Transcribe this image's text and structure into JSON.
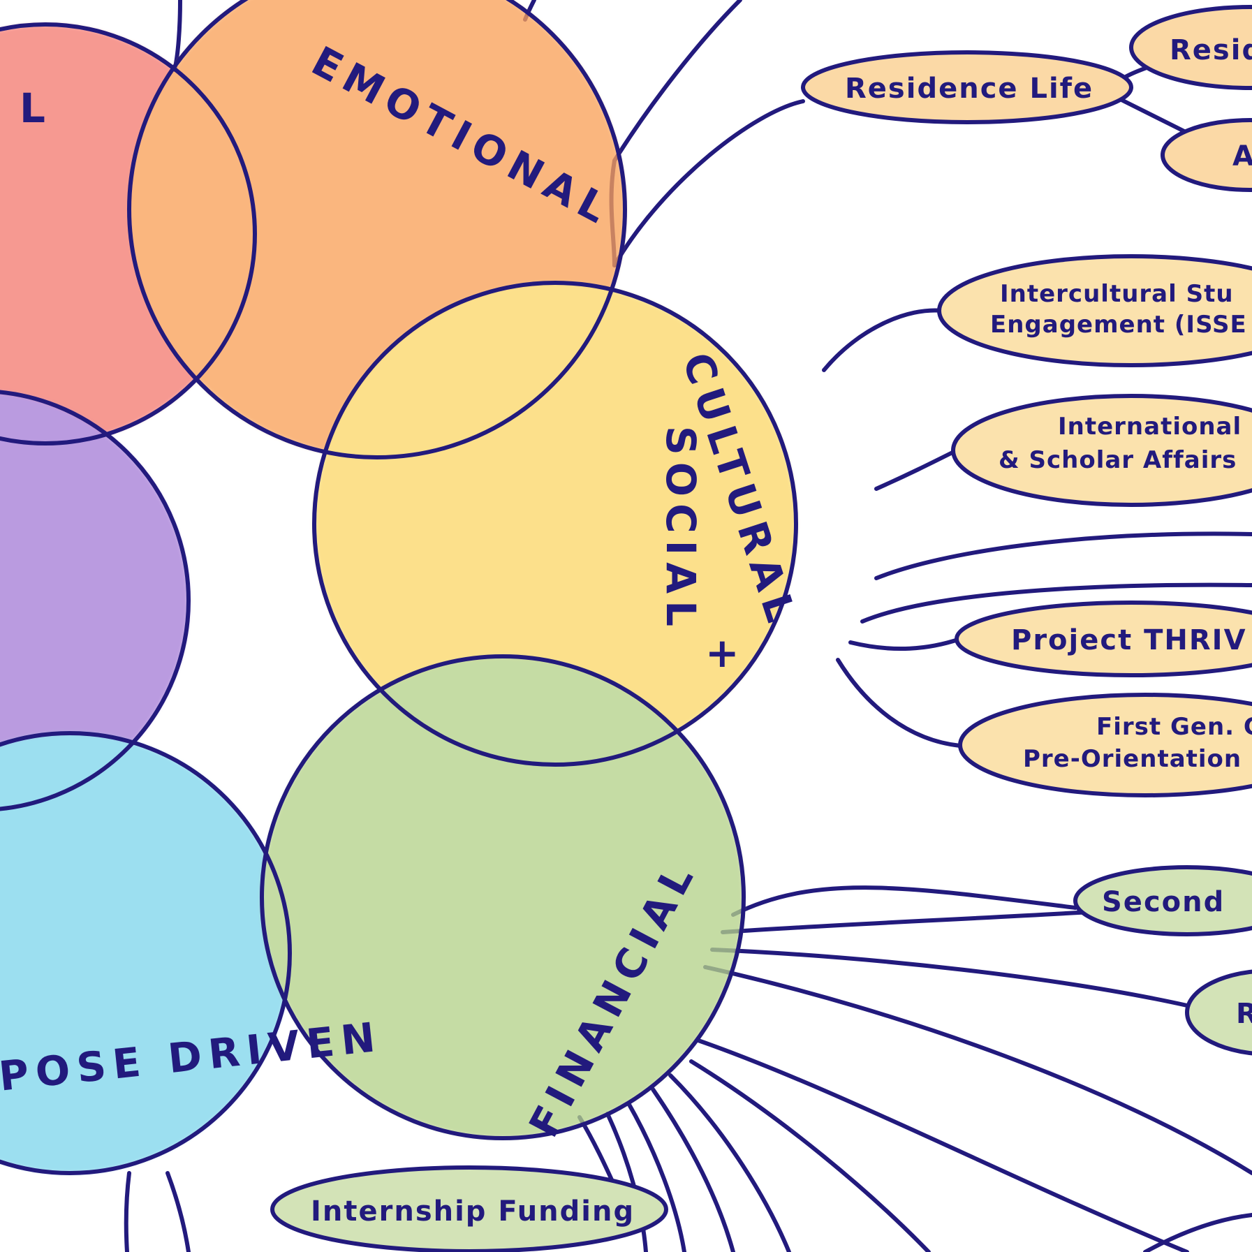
{
  "circles": {
    "red": {
      "label": "L",
      "color": "#f47b72"
    },
    "emotional": {
      "label": "EMOTIONAL",
      "color": "#f9a25a"
    },
    "purple": {
      "label": "",
      "color": "#a77fd8"
    },
    "cultural": {
      "label": "CULTURAL",
      "label2": "SOCIAL",
      "plus": "+",
      "color": "#fbd86b"
    },
    "purpose": {
      "label": "POSE DRIVEN",
      "color": "#80d6ec"
    },
    "financial": {
      "label": "FINANCIAL",
      "color": "#b5d28a"
    }
  },
  "nodes": {
    "residence_life": {
      "label": "Residence Life",
      "fill": "#fbd9a6"
    },
    "resid": {
      "label": "Resid",
      "fill": "#fbd9a6"
    },
    "a": {
      "label": "A",
      "fill": "#fbd9a6"
    },
    "intercultural": {
      "line1": "Intercultural Stu",
      "line2": "Engagement (ISSE",
      "fill": "#fbe2ad"
    },
    "international": {
      "line1": "International",
      "line2": "& Scholar Affairs",
      "fill": "#fbe2ad"
    },
    "project_thrive": {
      "label": "Project THRIV",
      "fill": "#fbe2ad"
    },
    "first_gen": {
      "line1": "First Gen. Co",
      "line2": "Pre-Orientation Pr",
      "fill": "#fbe2ad"
    },
    "second": {
      "label": "Second",
      "fill": "#d3e3b7"
    },
    "r": {
      "label": "R",
      "fill": "#d3e3b7"
    },
    "internship": {
      "label": "Internship Funding",
      "fill": "#d3e3b7"
    }
  },
  "stroke_color": "#221a7d"
}
